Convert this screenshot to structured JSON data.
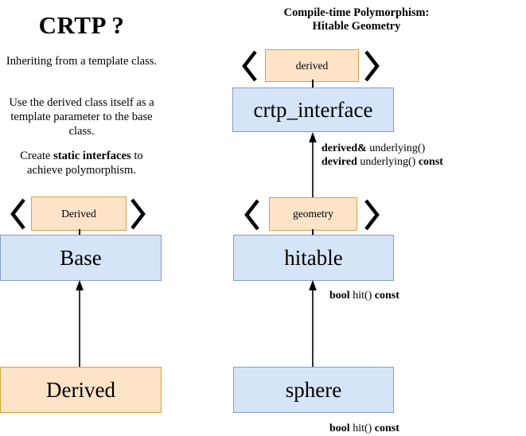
{
  "left_panel": {
    "heading": "CRTP ?",
    "paragraphs": [
      "Inheriting from a template class.",
      "Use the derived class itself as a template parameter to the base class.",
      {
        "prefix": "Create ",
        "bold": "static interfaces",
        "suffix": " to achieve polymorphism."
      }
    ],
    "template_tag": {
      "label": "Derived",
      "open_bracket": "〈",
      "close_bracket": "〉"
    },
    "base_class": "Base",
    "derived_class": "Derived"
  },
  "right_panel": {
    "title_line_1": "Compile-time Polymorphism:",
    "title_line_2": "Hitable Geometry",
    "crtp_template_tag": {
      "label": "derived",
      "open_bracket": "〈",
      "close_bracket": "〉"
    },
    "crtp_interface": "crtp_interface",
    "geometry_template_tag": {
      "label": "geometry",
      "open_bracket": "〈",
      "close_bracket": "〉"
    },
    "hitable": "hitable",
    "sphere": "sphere",
    "methods_crtp": [
      {
        "bold_1": "derived&",
        "normal_1": " underlying()",
        "bold_2": "",
        "normal_2": ""
      },
      {
        "bold_1": "devired",
        "normal_1": " underlying() ",
        "bold_2": "const",
        "normal_2": ""
      }
    ],
    "method_hitable": {
      "bold_1": "bool",
      "normal_1": " hit() ",
      "bold_2": "const"
    },
    "method_sphere": {
      "bold_1": "bool",
      "normal_1": " hit() ",
      "bold_2": "const"
    }
  },
  "colors": {
    "box_blue_fill": "#d6e4f7",
    "box_blue_border": "#7f9fc4",
    "box_peach_fill": "#fde3c8",
    "box_peach_border": "#d9a23a",
    "background": "#ffffff",
    "text": "#000000"
  }
}
